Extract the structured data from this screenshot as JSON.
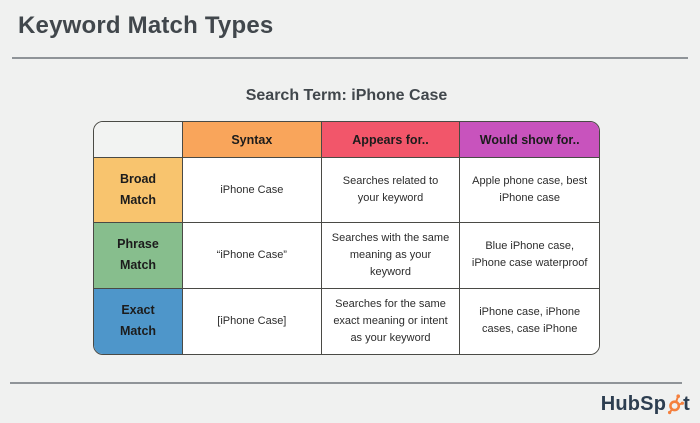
{
  "page": {
    "title": "Keyword Match Types",
    "subtitle": "Search Term: iPhone Case",
    "background_color": "#f0f1f0",
    "divider_color": "#8f9498"
  },
  "table": {
    "corner_label": "",
    "border_color": "#4a4a45",
    "columns": [
      {
        "label": "Syntax",
        "color": "#f9a55b"
      },
      {
        "label": "Appears for..",
        "color": "#f2566a"
      },
      {
        "label": "Would show for..",
        "color": "#c853bd"
      }
    ],
    "rows": [
      {
        "label": "Broad Match",
        "color": "#f8c46e",
        "syntax": "iPhone Case",
        "appears_for": "Searches related to your keyword",
        "would_show_for": "Apple phone case, best iPhone case"
      },
      {
        "label": "Phrase Match",
        "color": "#87be8d",
        "syntax": "“iPhone Case”",
        "appears_for": "Searches with the same meaning as your keyword",
        "would_show_for": "Blue iPhone case, iPhone case waterproof"
      },
      {
        "label": "Exact Match",
        "color": "#4e96ca",
        "syntax": "[iPhone Case]",
        "appears_for": "Searches for the same exact meaning or intent as your keyword",
        "would_show_for": "iPhone case, iPhone cases, case iPhone"
      }
    ]
  },
  "footer": {
    "brand_prefix": "HubSp",
    "brand_suffix": "t",
    "brand_color": "#2d3e50",
    "sprocket_color": "#f4803e",
    "sprocket_icon": "hubspot-sprocket-icon"
  }
}
